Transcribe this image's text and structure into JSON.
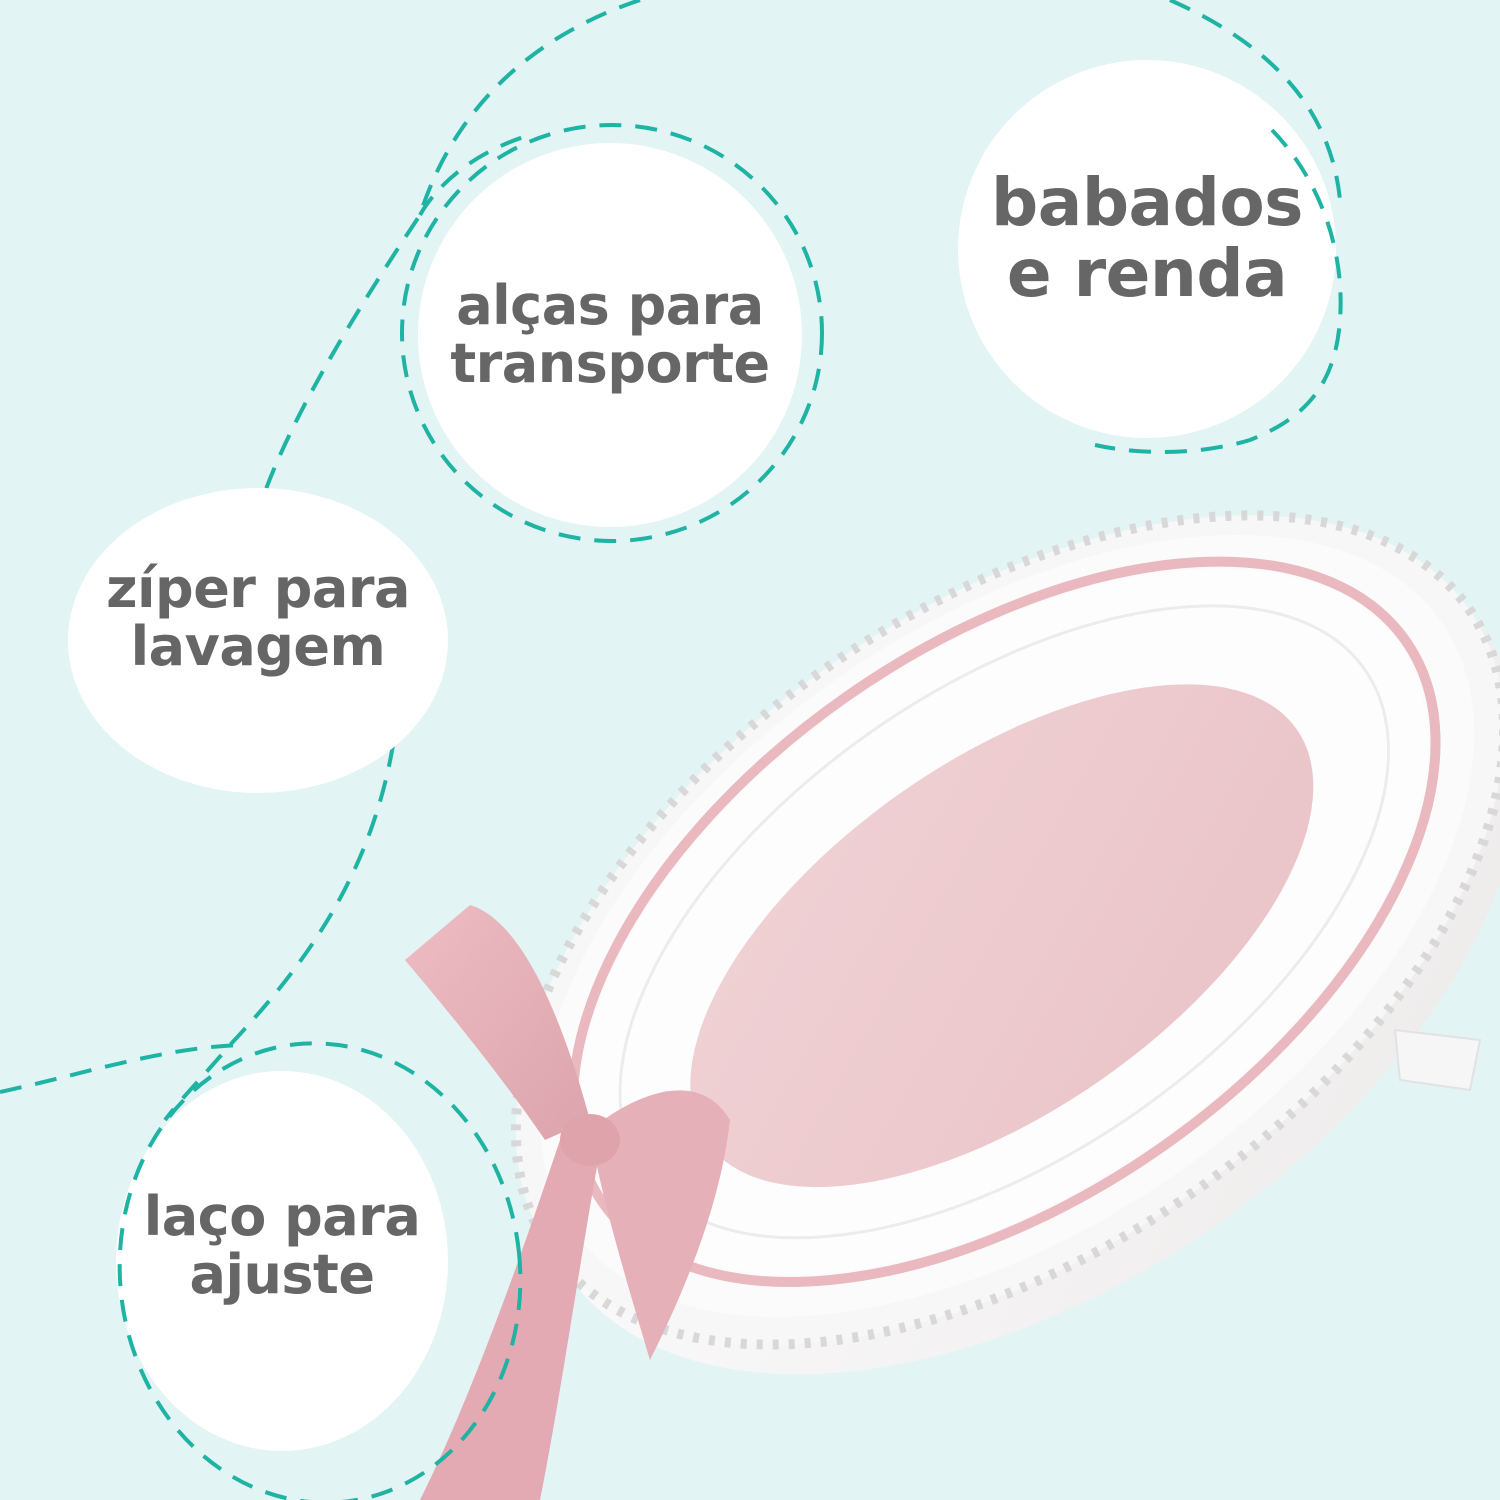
{
  "colors": {
    "background": "#e2f4f3",
    "dash_line": "#1fb3a4",
    "badge_fill": "#ffffff",
    "badge_text": "#666666",
    "nest_pink": "#eec9cd",
    "nest_white": "#fafafa",
    "bow_pink": "#eab8bf",
    "lace_gray": "#c9c9c9"
  },
  "features": [
    {
      "id": "handles",
      "line1": "alças para",
      "line2": "transporte"
    },
    {
      "id": "ruffles",
      "line1": "babados",
      "line2": "e renda"
    },
    {
      "id": "zipper",
      "line1": "zíper para",
      "line2": "lavagem"
    },
    {
      "id": "bow",
      "line1": "laço para",
      "line2": "ajuste"
    }
  ],
  "product": {
    "name_icon": "baby-nest-illustration"
  }
}
